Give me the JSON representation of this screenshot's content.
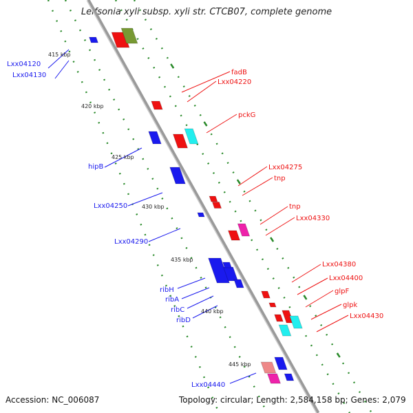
{
  "title": "Leifsonia xyli subsp. xyli str. CTCB07, complete genome",
  "footer": {
    "accession": "Accession: NC_006087",
    "topology": "Topology: circular; Length: 2,584,158 bp; Genes: 2,079"
  },
  "colors": {
    "backbone": "#9a9a9a",
    "forward_gene": "#ee1111",
    "reverse_gene": "#1a1aee",
    "rrna_cyan": "#22eeee",
    "magenta": "#ee22aa",
    "olive": "#779933",
    "pink": "#ee8888",
    "track_green": "#2a8a2a"
  },
  "kbp_ticks": [
    {
      "label": "415 kbp"
    },
    {
      "label": "420 kbp"
    },
    {
      "label": "425 kbp"
    },
    {
      "label": "430 kbp"
    },
    {
      "label": "435 kbp"
    },
    {
      "label": "440 kbp"
    },
    {
      "label": "445 kbp"
    }
  ],
  "labels_reverse": [
    {
      "name": "Lxx04120"
    },
    {
      "name": "Lxx04130"
    },
    {
      "name": "hipB"
    },
    {
      "name": "Lxx04250"
    },
    {
      "name": "Lxx04290"
    },
    {
      "name": "ribH"
    },
    {
      "name": "ribA"
    },
    {
      "name": "ribC"
    },
    {
      "name": "ribD"
    },
    {
      "name": "Lxx04440"
    }
  ],
  "labels_forward": [
    {
      "name": "fadB"
    },
    {
      "name": "Lxx04220"
    },
    {
      "name": "pckG"
    },
    {
      "name": "Lxx04275"
    },
    {
      "name": "tnp"
    },
    {
      "name": "tnp"
    },
    {
      "name": "Lxx04330"
    },
    {
      "name": "Lxx04380"
    },
    {
      "name": "Lxx04400"
    },
    {
      "name": "glpF"
    },
    {
      "name": "glpk"
    },
    {
      "name": "Lxx04430"
    }
  ],
  "genes": [
    {
      "strand": "forward",
      "color": "red"
    },
    {
      "strand": "forward",
      "color": "olive"
    },
    {
      "strand": "reverse",
      "color": "blue"
    },
    {
      "strand": "forward",
      "color": "red"
    },
    {
      "strand": "forward",
      "color": "red"
    },
    {
      "strand": "forward",
      "color": "cyan"
    },
    {
      "strand": "reverse",
      "color": "blue"
    },
    {
      "strand": "reverse",
      "color": "blue"
    },
    {
      "strand": "forward",
      "color": "red"
    },
    {
      "strand": "forward",
      "color": "red"
    },
    {
      "strand": "reverse",
      "color": "blue"
    },
    {
      "strand": "forward",
      "color": "red"
    },
    {
      "strand": "forward",
      "color": "magenta"
    },
    {
      "strand": "reverse",
      "color": "blue"
    },
    {
      "strand": "reverse",
      "color": "blue"
    },
    {
      "strand": "reverse",
      "color": "blue"
    },
    {
      "strand": "reverse",
      "color": "blue"
    },
    {
      "strand": "forward",
      "color": "red"
    },
    {
      "strand": "forward",
      "color": "red"
    },
    {
      "strand": "forward",
      "color": "red"
    },
    {
      "strand": "forward",
      "color": "cyan"
    },
    {
      "strand": "forward",
      "color": "red"
    },
    {
      "strand": "forward",
      "color": "cyan"
    },
    {
      "strand": "reverse",
      "color": "blue"
    },
    {
      "strand": "reverse",
      "color": "blue"
    },
    {
      "strand": "forward",
      "color": "pink"
    },
    {
      "strand": "forward",
      "color": "magenta"
    }
  ]
}
